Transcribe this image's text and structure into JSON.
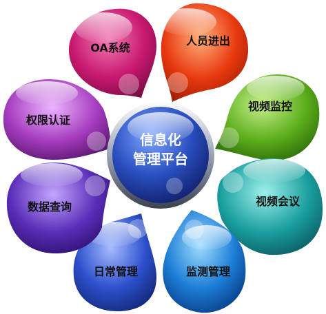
{
  "center": {
    "line1": "信息化",
    "line2": "管理平台"
  },
  "modules": [
    {
      "label": "OA系统",
      "color": "#c8186f"
    },
    {
      "label": "人员进出",
      "color": "#e8380f"
    },
    {
      "label": "视频监控",
      "color": "#5cae1c"
    },
    {
      "label": "视频会议",
      "color": "#1a9f9f"
    },
    {
      "label": "监测管理",
      "color": "#1c7dd6"
    },
    {
      "label": "日常管理",
      "color": "#2c50cc"
    },
    {
      "label": "数据查询",
      "color": "#5a2db8"
    },
    {
      "label": "权限认证",
      "color": "#a63cbf"
    }
  ]
}
